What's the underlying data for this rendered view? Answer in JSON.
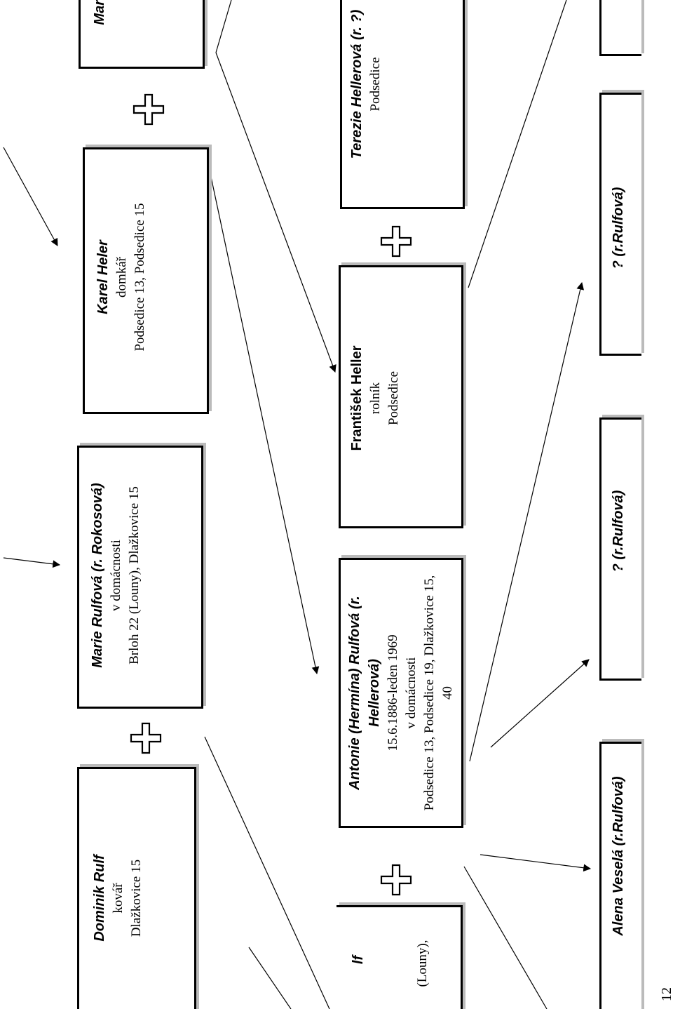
{
  "page_number": "12",
  "top_row": {
    "left_partial": {
      "name": "lf",
      "line": "(Louny),"
    },
    "dominik": {
      "name": "Dominik Rulf",
      "occupation": "kovář",
      "place": "Dlažkovice 15"
    },
    "marie_rokosova": {
      "name": "Marie Rulfová (r. Rokosová)",
      "occupation": "v domácnosti",
      "place": "Brloh 22 (Louny), Dlažkovice 15"
    },
    "karel": {
      "name": "Karel Heler",
      "occupation": "domkář",
      "place": "Podsedice 13, Podsedice 15"
    },
    "right_partial": {
      "name": "Mari"
    }
  },
  "middle_row": {
    "antonie": {
      "name_1": "Antonie (Hermína) Rulfová (r.",
      "name_2": "Hellerová)",
      "dates": "15.6.1886-leden 1969",
      "occupation": "v domácnosti",
      "place_1": "Podsedice 13, Podsedice 19, Dlažkovice 15,",
      "place_2": "40"
    },
    "frantisek": {
      "name": "František Heller",
      "occupation": "rolník",
      "place": "Podsedice"
    },
    "terezie": {
      "name": "Terezie Hellerová (r. ?)",
      "place": "Podsedice"
    }
  },
  "bottom_row": {
    "alena": {
      "name": "Alena Veselá (r.Rulfová)"
    },
    "child_2": {
      "name": "? (r.Rulfová)"
    },
    "child_3": {
      "name": "? (r.Rulfová)"
    }
  },
  "connector": {
    "plus_symbol": "+"
  }
}
